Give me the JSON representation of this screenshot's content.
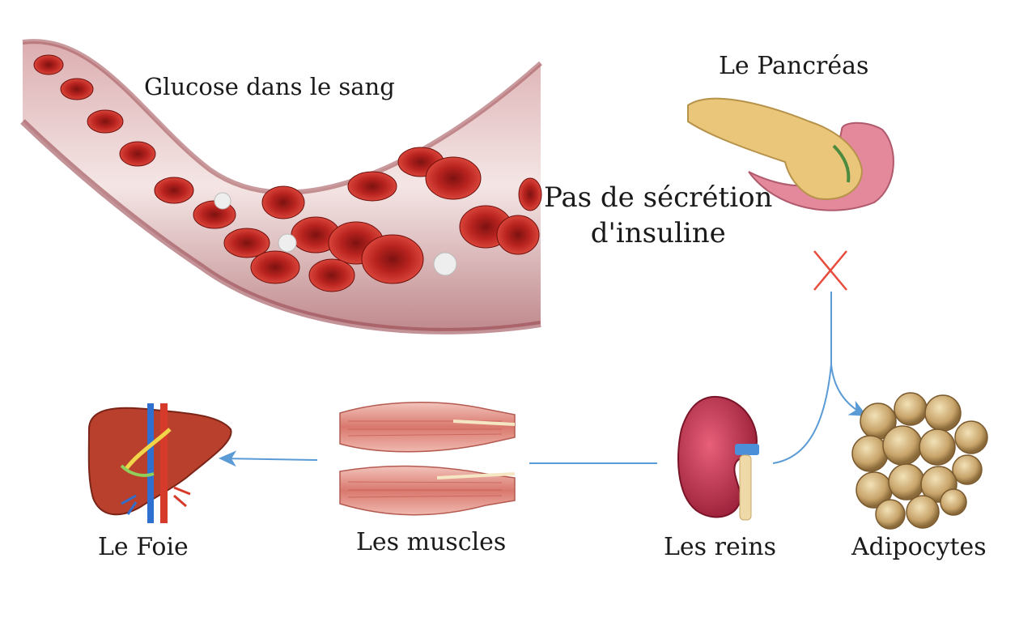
{
  "labels": {
    "glucose": "Glucose dans le sang",
    "pancreas": "Le Pancréas",
    "secretion_line1": "Pas de sécrétion",
    "secretion_line2": "d'insuline",
    "foie": "Le Foie",
    "muscles": "Les muscles",
    "reins": "Les reins",
    "adipocytes": "Adipocytes"
  },
  "colors": {
    "arrow": "#5b9bd5",
    "cross": "#e74c3c",
    "blood_cell": "#b8231f",
    "vessel": "#c9868a",
    "liver": "#b8402c",
    "kidney": "#c0304a",
    "muscle": "#e5a29a",
    "pancreas": "#e9c67a",
    "fat": "#c8a46a"
  },
  "icons": [
    "blood-vessel-image",
    "pancreas-image",
    "liver-image",
    "muscles-image",
    "kidney-image",
    "adipocytes-image",
    "blocked-cross-icon"
  ]
}
